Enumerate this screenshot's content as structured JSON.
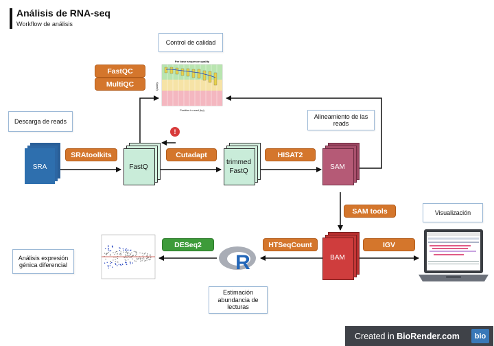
{
  "header": {
    "title": "Análisis de RNA-seq",
    "subtitle": "Workflow de análisis"
  },
  "callouts": {
    "quality_control": "Control de calidad",
    "download_reads": "Descarga de reads",
    "alignment": "Alineamiento de las reads",
    "visualization": "Visualización",
    "differential_expression": "Análisis expresión génica diferencial",
    "abundance_estimation": "Estimación abundancia de lecturas"
  },
  "tools": {
    "fastqc": "FastQC",
    "multiqc": "MultiQC",
    "sratoolkits": "SRAtoolkits",
    "cutadapt": "Cutadapt",
    "hisat2": "HISAT2",
    "samtools": "SAM tools",
    "htseqcount": "HTSeqCount",
    "igv": "IGV",
    "deseq2": "DESeq2"
  },
  "files": {
    "sra": "SRA",
    "fastq": "FastQ",
    "trimmed_fastq_line1": "trimmed",
    "trimmed_fastq_line2": "FastQ",
    "sam": "SAM",
    "bam": "BAM"
  },
  "qc_plot": {
    "title": "Per base sequence quality",
    "xlabel": "Position in read (bp)",
    "ylabel": "Quality"
  },
  "warning_badge": "!",
  "r_logo": "R",
  "credit": {
    "prefix": "Created in ",
    "brand": "BioRender.com",
    "logo": "bio"
  },
  "colors": {
    "tool_orange": "#d4762c",
    "tool_green": "#3d9b3a",
    "sra_blue": "#2e6fae",
    "fastq_green": "#c9ecd9",
    "sam_rose": "#b55a76",
    "bam_red": "#cf3d3d",
    "callout_border": "#9bb8d6"
  }
}
